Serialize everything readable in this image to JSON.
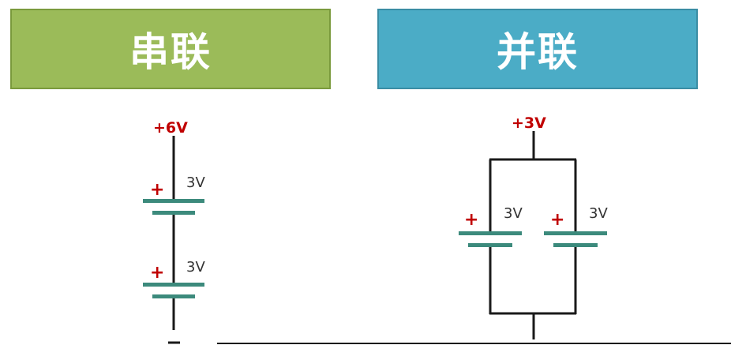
{
  "series": {
    "title": "串联",
    "total_voltage": "+6V",
    "batteries": [
      {
        "plus": "+",
        "voltage": "3V"
      },
      {
        "plus": "+",
        "voltage": "3V"
      }
    ]
  },
  "parallel": {
    "title": "并联",
    "total_voltage": "+3V",
    "batteries": [
      {
        "plus": "+",
        "voltage": "3V"
      },
      {
        "plus": "+",
        "voltage": "3V"
      }
    ]
  },
  "colors": {
    "series_header": "#9bbb59",
    "parallel_header": "#4bacc6",
    "plate": "#3c8a7c",
    "label_red": "#c00000",
    "wire": "#1a1a1a"
  }
}
